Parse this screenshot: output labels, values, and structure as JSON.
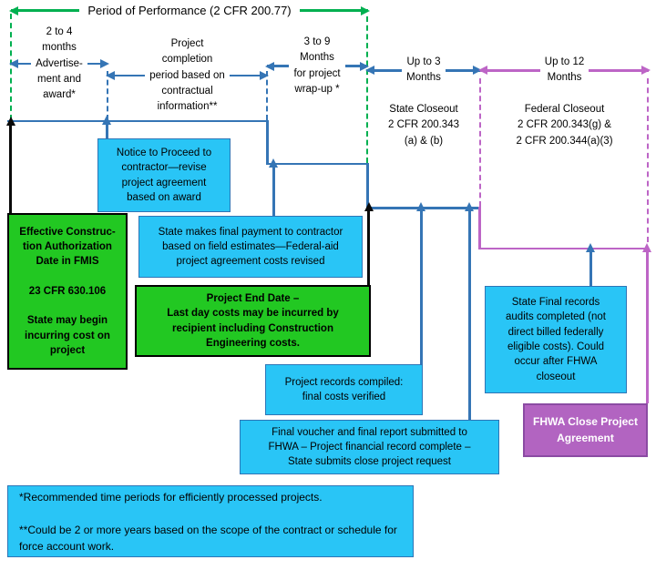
{
  "title": "Period of Performance (2 CFR 200.77)",
  "timeline_segments": [
    {
      "label": "2 to 4\nmonths\nAdvertise-\nment and\naward*"
    },
    {
      "label": "Project\ncompletion\nperiod based on\ncontractual\ninformation**"
    },
    {
      "label": "3 to 9\nMonths\nfor project\nwrap-up *"
    },
    {
      "label": "Up to 3\nMonths",
      "sublabel": "State Closeout\n2 CFR 200.343\n(a) & (b)"
    },
    {
      "label": "Up to 12\nMonths",
      "sublabel": "Federal Closeout\n2 CFR 200.343(g) &\n2 CFR 200.344(a)(3)"
    }
  ],
  "boxes": {
    "effective_authorization": "Effective Construc-\ntion Authorization\nDate in FMIS\n\n23 CFR 630.106\n\nState may begin\nincurring cost on\nproject",
    "notice_to_proceed": "Notice to Proceed to\ncontractor—revise\nproject agreement\nbased on award",
    "final_payment": "State makes final payment to contractor\nbased on field estimates—Federal-aid\nproject agreement costs revised",
    "project_end_date": "Project End Date –\nLast day costs may be incurred by\nrecipient including Construction\nEngineering costs.",
    "project_records": "Project records compiled:\nfinal costs verified",
    "final_voucher": "Final voucher and final report submitted to\nFHWA – Project financial record complete –\nState submits close project request",
    "state_final_records": "State Final records\naudits completed (not\ndirect billed federally\neligible costs). Could\noccur after FHWA\ncloseout",
    "fhwa_close": "FHWA Close Project\nAgreement",
    "footnotes": "*Recommended time periods for efficiently processed projects.\n\n**Could be 2 or more years based on the scope of the contract or schedule for force account work."
  },
  "colors": {
    "line_blue": "#3575B5",
    "line_green": "#00B050",
    "line_purple": "#BD65C6",
    "fill_cyan": "#29C5F6",
    "fill_green": "#22C822",
    "fill_purple": "#B264C1",
    "border_purple": "#8B4BA3",
    "border_cyan_box": "#2E75B6",
    "arrow_black": "#0A0A0A"
  }
}
